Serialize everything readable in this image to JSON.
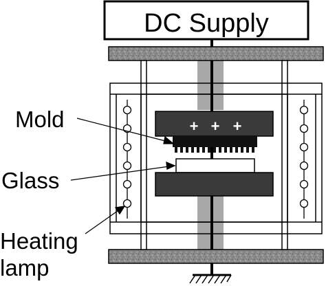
{
  "diagram": {
    "supply_label": "DC Supply",
    "labels": {
      "mold": "Mold",
      "glass": "Glass",
      "heating_line1": "Heating",
      "heating_line2": "lamp"
    },
    "charges": [
      "+",
      "+",
      "+"
    ],
    "colors": {
      "electrode_dark": "#3a3a3a",
      "plate_speckle": "#8c8c8c",
      "shaft_gray": "#a8a8a8",
      "glass_fill": "#ffffff",
      "frame_fill": "#ffffff",
      "line": "#000000"
    }
  }
}
